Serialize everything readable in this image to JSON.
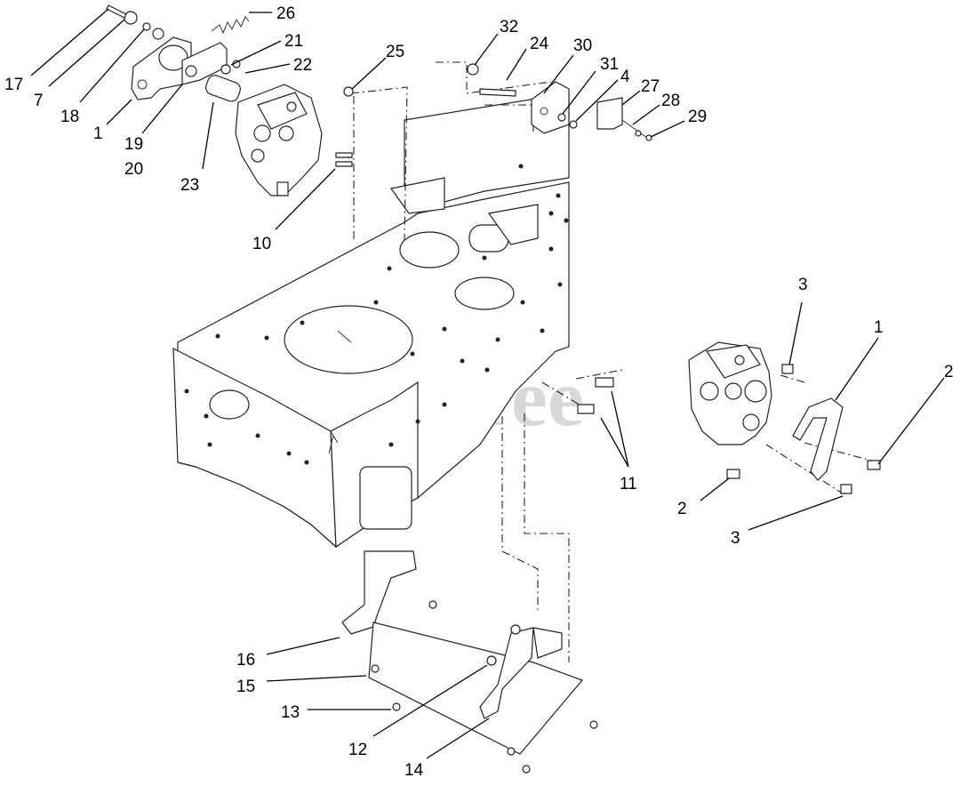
{
  "watermark": "PartsTree",
  "callouts": {
    "c17": "17",
    "c7": "7",
    "c18": "18",
    "c1a": "1",
    "c19": "19",
    "c20": "20",
    "c23": "23",
    "c26": "26",
    "c21": "21",
    "c22": "22",
    "c25": "25",
    "c10": "10",
    "c32": "32",
    "c24": "24",
    "c30": "30",
    "c31": "31",
    "c4": "4",
    "c27": "27",
    "c28": "28",
    "c29": "29",
    "c3a": "3",
    "c1b": "1",
    "c2a": "2",
    "c11": "11",
    "c2b": "2",
    "c3b": "3",
    "c16": "16",
    "c15": "15",
    "c13": "13",
    "c12": "12",
    "c14": "14"
  }
}
